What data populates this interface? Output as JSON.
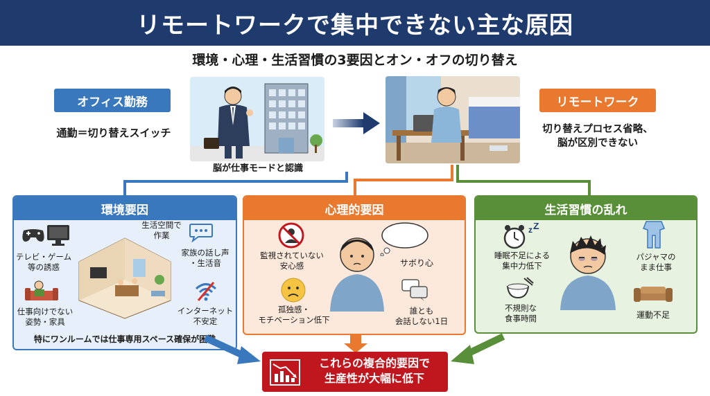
{
  "title": "リモートワークで集中できない主な原因",
  "subtitle": "環境・心理・生活習慣の3要因とオン・オフの切り替え",
  "office": {
    "label": "オフィス勤務",
    "desc": "通勤＝切り替えスイッチ",
    "caption": "脳が仕事モードと認識"
  },
  "remote": {
    "label": "リモートワーク",
    "desc_line1": "切り替えプロセス省略、",
    "desc_line2": "脳が区別できない"
  },
  "panels": {
    "env": {
      "title": "環境要因",
      "tv_l1": "テレビ・ゲーム",
      "tv_l2": "等の誘惑",
      "space_l1": "生活空間で",
      "space_l2": "作業",
      "family_l1": "家族の話し声",
      "family_l2": "・生活音",
      "posture_l1": "仕事向けでない",
      "posture_l2": "姿勢・家具",
      "net_l1": "インターネット",
      "net_l2": "不安定",
      "footer": "特にワンルームでは仕事専用スペース確保が困難"
    },
    "mind": {
      "title": "心理的要因",
      "relief_l1": "監視されていない",
      "relief_l2": "安心感",
      "slack": "サボり心",
      "lonely_l1": "孤独感・",
      "lonely_l2": "モチベーション低下",
      "talk_l1": "誰とも",
      "talk_l2": "会話しない1日"
    },
    "life": {
      "title": "生活習慣の乱れ",
      "sleep_l1": "睡眠不足による",
      "sleep_l2": "集中力低下",
      "pajama_l1": "パジャマの",
      "pajama_l2": "まま仕事",
      "meal_l1": "不規則な",
      "meal_l2": "食事時間",
      "exercise": "運動不足"
    }
  },
  "result": {
    "line1": "これらの複合的要因で",
    "line2": "生産性が大幅に低下"
  },
  "colors": {
    "navy": "#1f3b6e",
    "blue": "#3a78bd",
    "orange": "#e8792e",
    "green": "#5a8f3a",
    "red": "#c0161d"
  }
}
